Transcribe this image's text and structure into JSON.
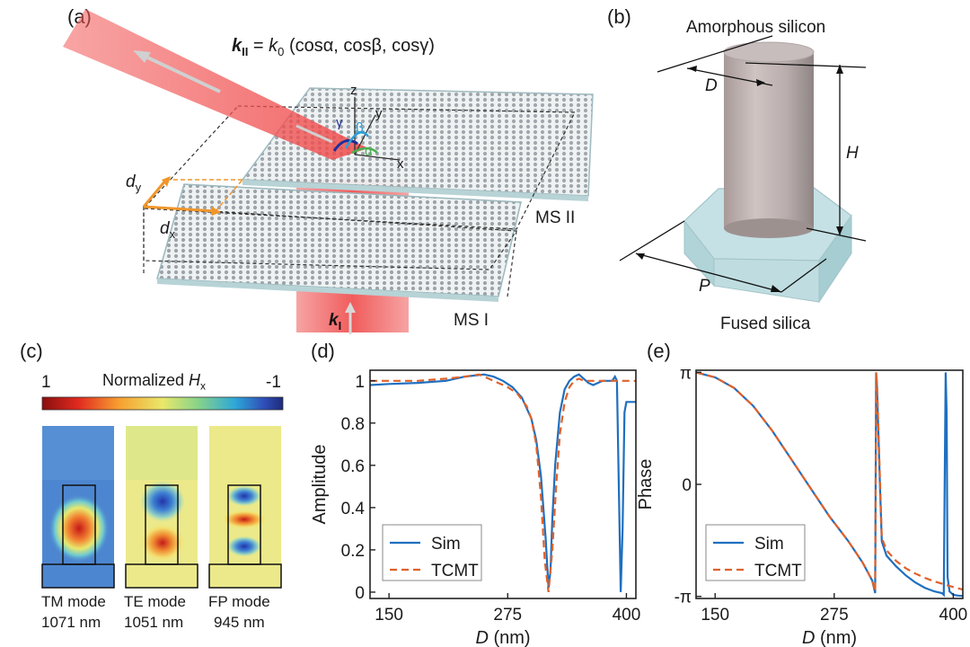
{
  "panels": {
    "a": {
      "label": "(a)",
      "k_formula": {
        "k_sym": "k",
        "k_sub": "II",
        "eq": " = ",
        "k0": "k",
        "k0_sub": "0",
        "rest": " (cosα, cosβ, cosγ)"
      },
      "k_in": {
        "k_sym": "k",
        "k_sub": "I"
      },
      "axes": {
        "z": "z",
        "y": "y",
        "x": "x",
        "gamma": "γ",
        "beta": "β",
        "alpha": "α"
      },
      "dy": {
        "d": "d",
        "sub": "y"
      },
      "dx": {
        "d": "d",
        "sub": "x"
      },
      "ms2": "MS II",
      "ms1": "MS I"
    },
    "b": {
      "label": "(b)",
      "top_material": "Amorphous silicon",
      "bottom_material": "Fused silica",
      "dim_D": "D",
      "dim_H": "H",
      "dim_P": "P"
    },
    "c": {
      "label": "(c)",
      "colorbar": {
        "title_prefix": "Normalized ",
        "title_var": "H",
        "title_sub": "x",
        "min_label": "1",
        "max_label": "-1"
      },
      "modes": [
        {
          "name": "TM mode",
          "wavelength": "1071 nm"
        },
        {
          "name": "TE mode",
          "wavelength": "1051 nm"
        },
        {
          "name": "FP mode",
          "wavelength": "945 nm"
        }
      ]
    },
    "d": {
      "label": "(d)"
    },
    "e": {
      "label": "(e)"
    }
  },
  "chart_data": [
    {
      "type": "line",
      "ylabel": "Amplitude",
      "xlabel_var": "D",
      "xlabel_unit": " (nm)",
      "xlim": [
        130,
        410
      ],
      "ylim": [
        -0.03,
        1.05
      ],
      "xticks": [
        150,
        275,
        400
      ],
      "yticks": [
        {
          "v": 1,
          "label": "1"
        },
        {
          "v": 0.8,
          "label": "0.8"
        },
        {
          "v": 0.6,
          "label": "0.6"
        },
        {
          "v": 0.4,
          "label": "0.4"
        },
        {
          "v": 0.2,
          "label": "0.2"
        },
        {
          "v": 0,
          "label": "0"
        }
      ],
      "legend": [
        "Sim",
        "TCMT"
      ],
      "series": [
        {
          "name": "Sim",
          "color": "#1f6fbf",
          "dash": "",
          "x": [
            130,
            150,
            180,
            210,
            230,
            250,
            260,
            270,
            280,
            290,
            300,
            305,
            310,
            315,
            318,
            320,
            322,
            325,
            330,
            335,
            340,
            345,
            350,
            355,
            360,
            365,
            370,
            375,
            380,
            385,
            388,
            390,
            392,
            394,
            396,
            398,
            400,
            405,
            410
          ],
          "y": [
            0.98,
            0.985,
            0.99,
            1.0,
            1.02,
            1.03,
            1.02,
            1.0,
            0.97,
            0.92,
            0.82,
            0.72,
            0.55,
            0.25,
            0.02,
            0.1,
            0.35,
            0.6,
            0.85,
            0.96,
            1.0,
            1.02,
            1.03,
            1.01,
            0.99,
            0.98,
            0.99,
            1.0,
            1.0,
            1.0,
            1.02,
            1.0,
            0.5,
            0.0,
            0.3,
            0.85,
            0.9,
            0.9,
            0.9
          ]
        },
        {
          "name": "TCMT",
          "color": "#e0612a",
          "dash": "8,5",
          "x": [
            130,
            150,
            180,
            210,
            230,
            245,
            255,
            265,
            275,
            285,
            295,
            300,
            305,
            310,
            314,
            318,
            322,
            326,
            330,
            335,
            340,
            345,
            350,
            355,
            360,
            370,
            380,
            390,
            400,
            410
          ],
          "y": [
            1.0,
            1.0,
            1.0,
            1.01,
            1.02,
            1.03,
            1.01,
            0.99,
            0.97,
            0.94,
            0.88,
            0.82,
            0.7,
            0.45,
            0.15,
            0.0,
            0.2,
            0.5,
            0.75,
            0.9,
            0.97,
            1.0,
            1.01,
            1.0,
            1.0,
            1.0,
            1.0,
            1.0,
            1.0,
            1.0
          ]
        }
      ]
    },
    {
      "type": "line",
      "ylabel": "Phase",
      "xlabel_var": "D",
      "xlabel_unit": " (nm)",
      "xlim": [
        130,
        410
      ],
      "ylim": [
        -3.2,
        3.2
      ],
      "xticks": [
        150,
        275,
        400
      ],
      "yticks": [
        {
          "v": 3.1416,
          "label": "π"
        },
        {
          "v": 0,
          "label": "0"
        },
        {
          "v": -3.1416,
          "label": "-π"
        }
      ],
      "legend": [
        "Sim",
        "TCMT"
      ],
      "series": [
        {
          "name": "Sim",
          "color": "#1f6fbf",
          "dash": "",
          "x": [
            130,
            150,
            170,
            190,
            210,
            230,
            250,
            270,
            290,
            305,
            315,
            318,
            319,
            320,
            323,
            325,
            330,
            340,
            350,
            360,
            370,
            380,
            388,
            390,
            391,
            392,
            393,
            394,
            396,
            398,
            400,
            405,
            410
          ],
          "y": [
            3.14,
            3.0,
            2.7,
            2.2,
            1.5,
            0.7,
            -0.1,
            -0.9,
            -1.6,
            -2.2,
            -2.7,
            -3.05,
            3.14,
            2.7,
            0.0,
            -1.6,
            -2.0,
            -2.3,
            -2.55,
            -2.75,
            -2.9,
            -3.0,
            -3.05,
            -3.1,
            0.0,
            3.14,
            2.0,
            -2.6,
            -3.0,
            -3.05,
            -3.1,
            -3.12,
            -3.13
          ]
        },
        {
          "name": "TCMT",
          "color": "#e0612a",
          "dash": "8,5",
          "x": [
            130,
            150,
            170,
            190,
            210,
            230,
            250,
            270,
            290,
            305,
            315,
            318,
            319,
            320,
            323,
            325,
            330,
            340,
            350,
            360,
            370,
            380,
            390,
            400,
            410
          ],
          "y": [
            3.14,
            3.0,
            2.7,
            2.2,
            1.5,
            0.7,
            -0.1,
            -0.9,
            -1.6,
            -2.2,
            -2.7,
            -3.0,
            3.14,
            2.8,
            0.2,
            -1.5,
            -1.85,
            -2.15,
            -2.35,
            -2.5,
            -2.62,
            -2.72,
            -2.8,
            -2.88,
            -2.95
          ]
        }
      ]
    }
  ]
}
